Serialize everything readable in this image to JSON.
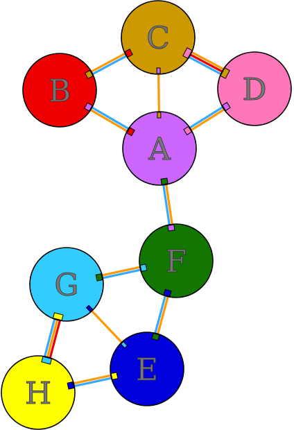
{
  "diagram": {
    "nodes": [
      {
        "id": "C",
        "label": "C",
        "color": "#cc9900"
      },
      {
        "id": "B",
        "label": "B",
        "color": "#ee0000"
      },
      {
        "id": "D",
        "label": "D",
        "color": "#ff77bb"
      },
      {
        "id": "A",
        "label": "A",
        "color": "#cc66ff"
      },
      {
        "id": "F",
        "label": "F",
        "color": "#117700"
      },
      {
        "id": "G",
        "label": "G",
        "color": "#33ccff"
      },
      {
        "id": "E",
        "label": "E",
        "color": "#0000dd"
      },
      {
        "id": "H",
        "label": "H",
        "color": "#ffff00"
      }
    ],
    "edges": [
      {
        "from": "B",
        "to": "C",
        "colors": [
          "#ff9900",
          "#33aaff"
        ]
      },
      {
        "from": "C",
        "to": "D",
        "colors": [
          "#ff9900",
          "#ee0000",
          "#33aaff"
        ]
      },
      {
        "from": "C",
        "to": "A",
        "colors": [
          "#ff9900"
        ]
      },
      {
        "from": "B",
        "to": "A",
        "colors": [
          "#33aaff",
          "#ff9900"
        ]
      },
      {
        "from": "D",
        "to": "A",
        "colors": [
          "#ff9900",
          "#33aaff"
        ]
      },
      {
        "from": "A",
        "to": "F",
        "colors": [
          "#ff9900",
          "#33aaff"
        ]
      },
      {
        "from": "G",
        "to": "F",
        "colors": [
          "#ff9900",
          "#33aaff"
        ]
      },
      {
        "from": "F",
        "to": "E",
        "colors": [
          "#ff9900",
          "#33aaff"
        ]
      },
      {
        "from": "G",
        "to": "E",
        "colors": [
          "#ff9900"
        ]
      },
      {
        "from": "G",
        "to": "H",
        "colors": [
          "#ee0000",
          "#ff9900",
          "#33aaff"
        ]
      },
      {
        "from": "H",
        "to": "E",
        "colors": [
          "#ff9900",
          "#33aaff"
        ]
      }
    ]
  }
}
